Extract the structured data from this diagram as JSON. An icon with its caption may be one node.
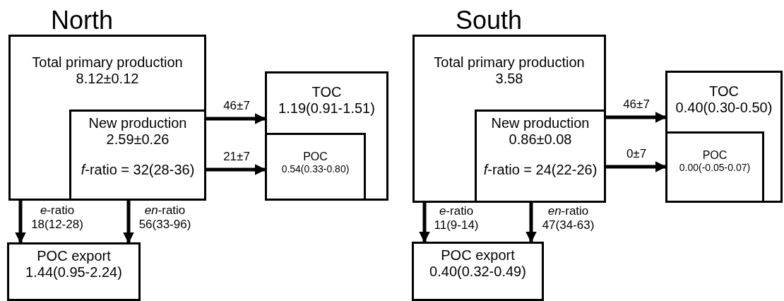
{
  "diagram": {
    "nodes": [
      {
        "text": [
          "Total primary production",
          "8.12±0.12"
        ]
      },
      {
        "text": [
          "New production",
          "2.59±0.26",
          "*f*-ratio = 32(28-36)"
        ],
        "in": 0
      },
      {
        "text": [
          "TOC",
          "1.19(0.91-1.51)"
        ]
      },
      {
        "text": [
          "POC",
          "0.54(0.33-0.80)"
        ],
        "in": 2
      },
      {
        "text": [
          "POC export",
          "1.44(0.95-2.24)"
        ]
      },
      {
        "text": [
          "Total primary production",
          "3.58"
        ]
      },
      {
        "text": [
          "New production",
          "0.86±0.08",
          "*f*-ratio = 24(22-26)"
        ],
        "in": 5
      },
      {
        "text": [
          "TOC",
          "0.40(0.30-0.50)"
        ]
      },
      {
        "text": [
          "POC",
          "0.00(-0.05-0.07)"
        ],
        "in": 7
      },
      {
        "text": [
          "POC export",
          "0.40(0.32-0.49)"
        ]
      }
    ],
    "edges": [
      {
        "from": 1,
        "to": 2,
        "arrow": "to",
        "label": "46±7"
      },
      {
        "from": 1,
        "to": 3,
        "arrow": "to",
        "label": "21±7"
      },
      {
        "from": 0,
        "to": 4,
        "arrow": "to",
        "label": "*e*-ratio 18(12-28)"
      },
      {
        "from": 1,
        "to": 4,
        "arrow": "to",
        "label": "*en*-ratio 56(33-96)"
      },
      {
        "from": 6,
        "to": 7,
        "arrow": "to",
        "label": "46±7"
      },
      {
        "from": 6,
        "to": 8,
        "arrow": "to",
        "label": "0±7"
      },
      {
        "from": 5,
        "to": 9,
        "arrow": "to",
        "label": "*e*-ratio 11(9-14)"
      },
      {
        "from": 6,
        "to": 9,
        "arrow": "to",
        "label": "*en*-ratio 47(34-63)"
      }
    ],
    "labels": [
      "North",
      "South"
    ]
  }
}
